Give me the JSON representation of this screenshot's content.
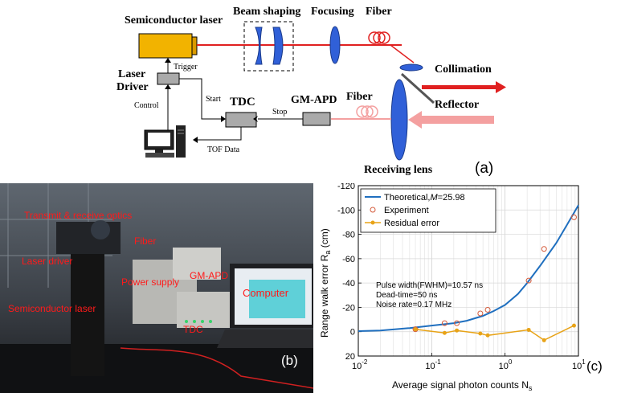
{
  "panel_a": {
    "semiconductor_laser": "Semiconductor laser",
    "beam_shaping": "Beam shaping",
    "focusing": "Focusing",
    "fiber_top": "Fiber",
    "collimation": "Collimation",
    "reflector": "Reflector",
    "trigger": "Trigger",
    "laser_driver_line1": "Laser",
    "laser_driver_line2": "Driver",
    "control": "Control",
    "start": "Start",
    "tdc": "TDC",
    "stop": "Stop",
    "gm_apd": "GM-APD",
    "fiber_bottom": "Fiber",
    "tof_data": "TOF Data",
    "receiving_lens": "Receiving lens",
    "panel_label": "(a)",
    "colors": {
      "laser_body": "#f2b300",
      "beam": "#e02020",
      "lens": "#3060d8",
      "return_beam": "#f4a0a0"
    }
  },
  "panel_b": {
    "labels": [
      "Transmit & receive optics",
      "Fiber",
      "Laser driver",
      "GM-APD",
      "Power supply",
      "Computer",
      "Semiconductor laser",
      "TDC"
    ],
    "panel_label": "(b)",
    "label_color": "#ff1a1a"
  },
  "panel_c": {
    "panel_label": "(c)",
    "chart_data": {
      "type": "line",
      "xscale": "log",
      "xlim": [
        0.01,
        10
      ],
      "ylim": [
        20,
        -120
      ],
      "y_axis_inverted": true,
      "xlabel": "Average signal photon counts N",
      "xlabel_sub": "s",
      "ylabel": "Range walk error R",
      "ylabel_sub": "a",
      "ylabel_unit": " (cm)",
      "x_ticks": [
        "10",
        "10",
        "10",
        "10"
      ],
      "x_tick_exps": [
        "-2",
        "-1",
        "0",
        "1"
      ],
      "y_ticks": [
        "-120",
        "-100",
        "-80",
        "-60",
        "-40",
        "-20",
        "0",
        "20"
      ],
      "legend": {
        "theory_prefix": "Theoretical,",
        "theory_m": "M",
        "theory_suffix": "=25.98",
        "experiment": "Experiment",
        "residual": "Residual error"
      },
      "annotation": [
        "Pulse width(FWHM)=10.57 ns",
        "Dead-time=50 ns",
        "Noise rate=0.17 MHz"
      ],
      "series": [
        {
          "name": "Theoretical, M=25.98",
          "style": "line",
          "color": "#1f6fbf",
          "x": [
            0.01,
            0.02,
            0.05,
            0.1,
            0.2,
            0.3,
            0.5,
            0.7,
            1,
            1.5,
            2,
            3,
            5,
            7,
            10
          ],
          "y": [
            -0.5,
            -1,
            -3,
            -5,
            -7,
            -9,
            -13,
            -17,
            -22,
            -31,
            -40,
            -54,
            -73,
            -88,
            -104
          ]
        },
        {
          "name": "Experiment",
          "style": "open-circle",
          "color": "#d45a3a",
          "x": [
            0.06,
            0.15,
            0.22,
            0.46,
            0.58,
            2.1,
            3.4,
            8.7
          ],
          "y": [
            -2,
            -7,
            -7,
            -15,
            -18,
            -42,
            -68,
            -94
          ]
        },
        {
          "name": "Residual error",
          "style": "line-marker",
          "color": "#e8a317",
          "x": [
            0.06,
            0.15,
            0.22,
            0.46,
            0.58,
            2.1,
            3.4,
            8.7
          ],
          "y": [
            -2,
            1,
            -1,
            1.5,
            3,
            -1.5,
            7,
            -5
          ]
        }
      ]
    }
  }
}
